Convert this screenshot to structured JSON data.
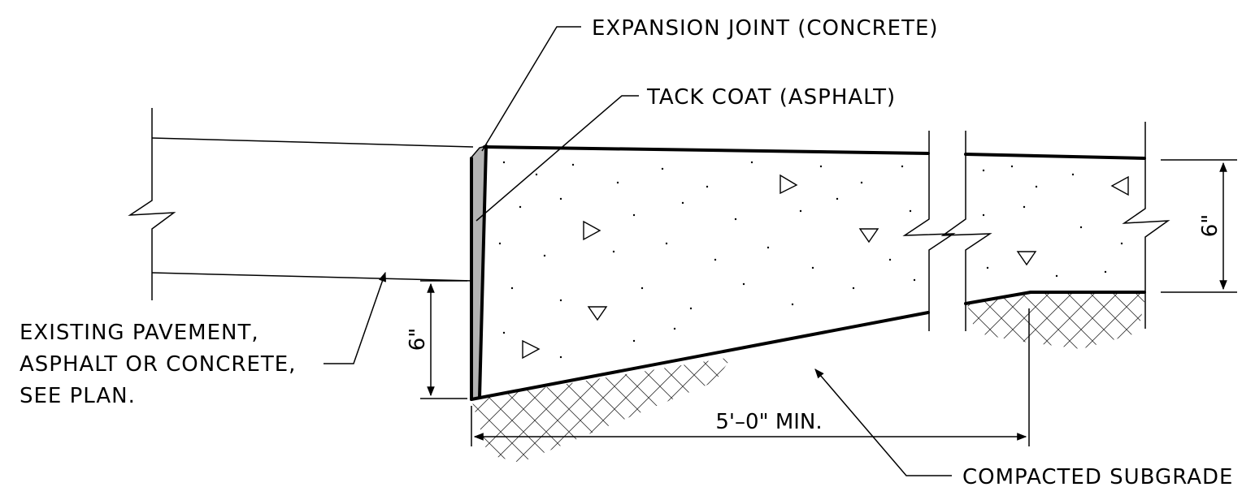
{
  "labels": {
    "expansion_joint": "EXPANSION JOINT (CONCRETE)",
    "tack_coat": "TACK COAT (ASPHALT)",
    "existing_line1": "EXISTING PAVEMENT,",
    "existing_line2": "ASPHALT OR CONCRETE,",
    "existing_line3": "SEE PLAN.",
    "compacted_subgrade": "COMPACTED SUBGRADE"
  },
  "dimensions": {
    "left_depth": "6\"",
    "right_depth": "6\"",
    "width": "5'–0\" MIN."
  },
  "colors": {
    "line": "#000000",
    "joint_fill": "#b3b3b3",
    "background": "#ffffff"
  }
}
